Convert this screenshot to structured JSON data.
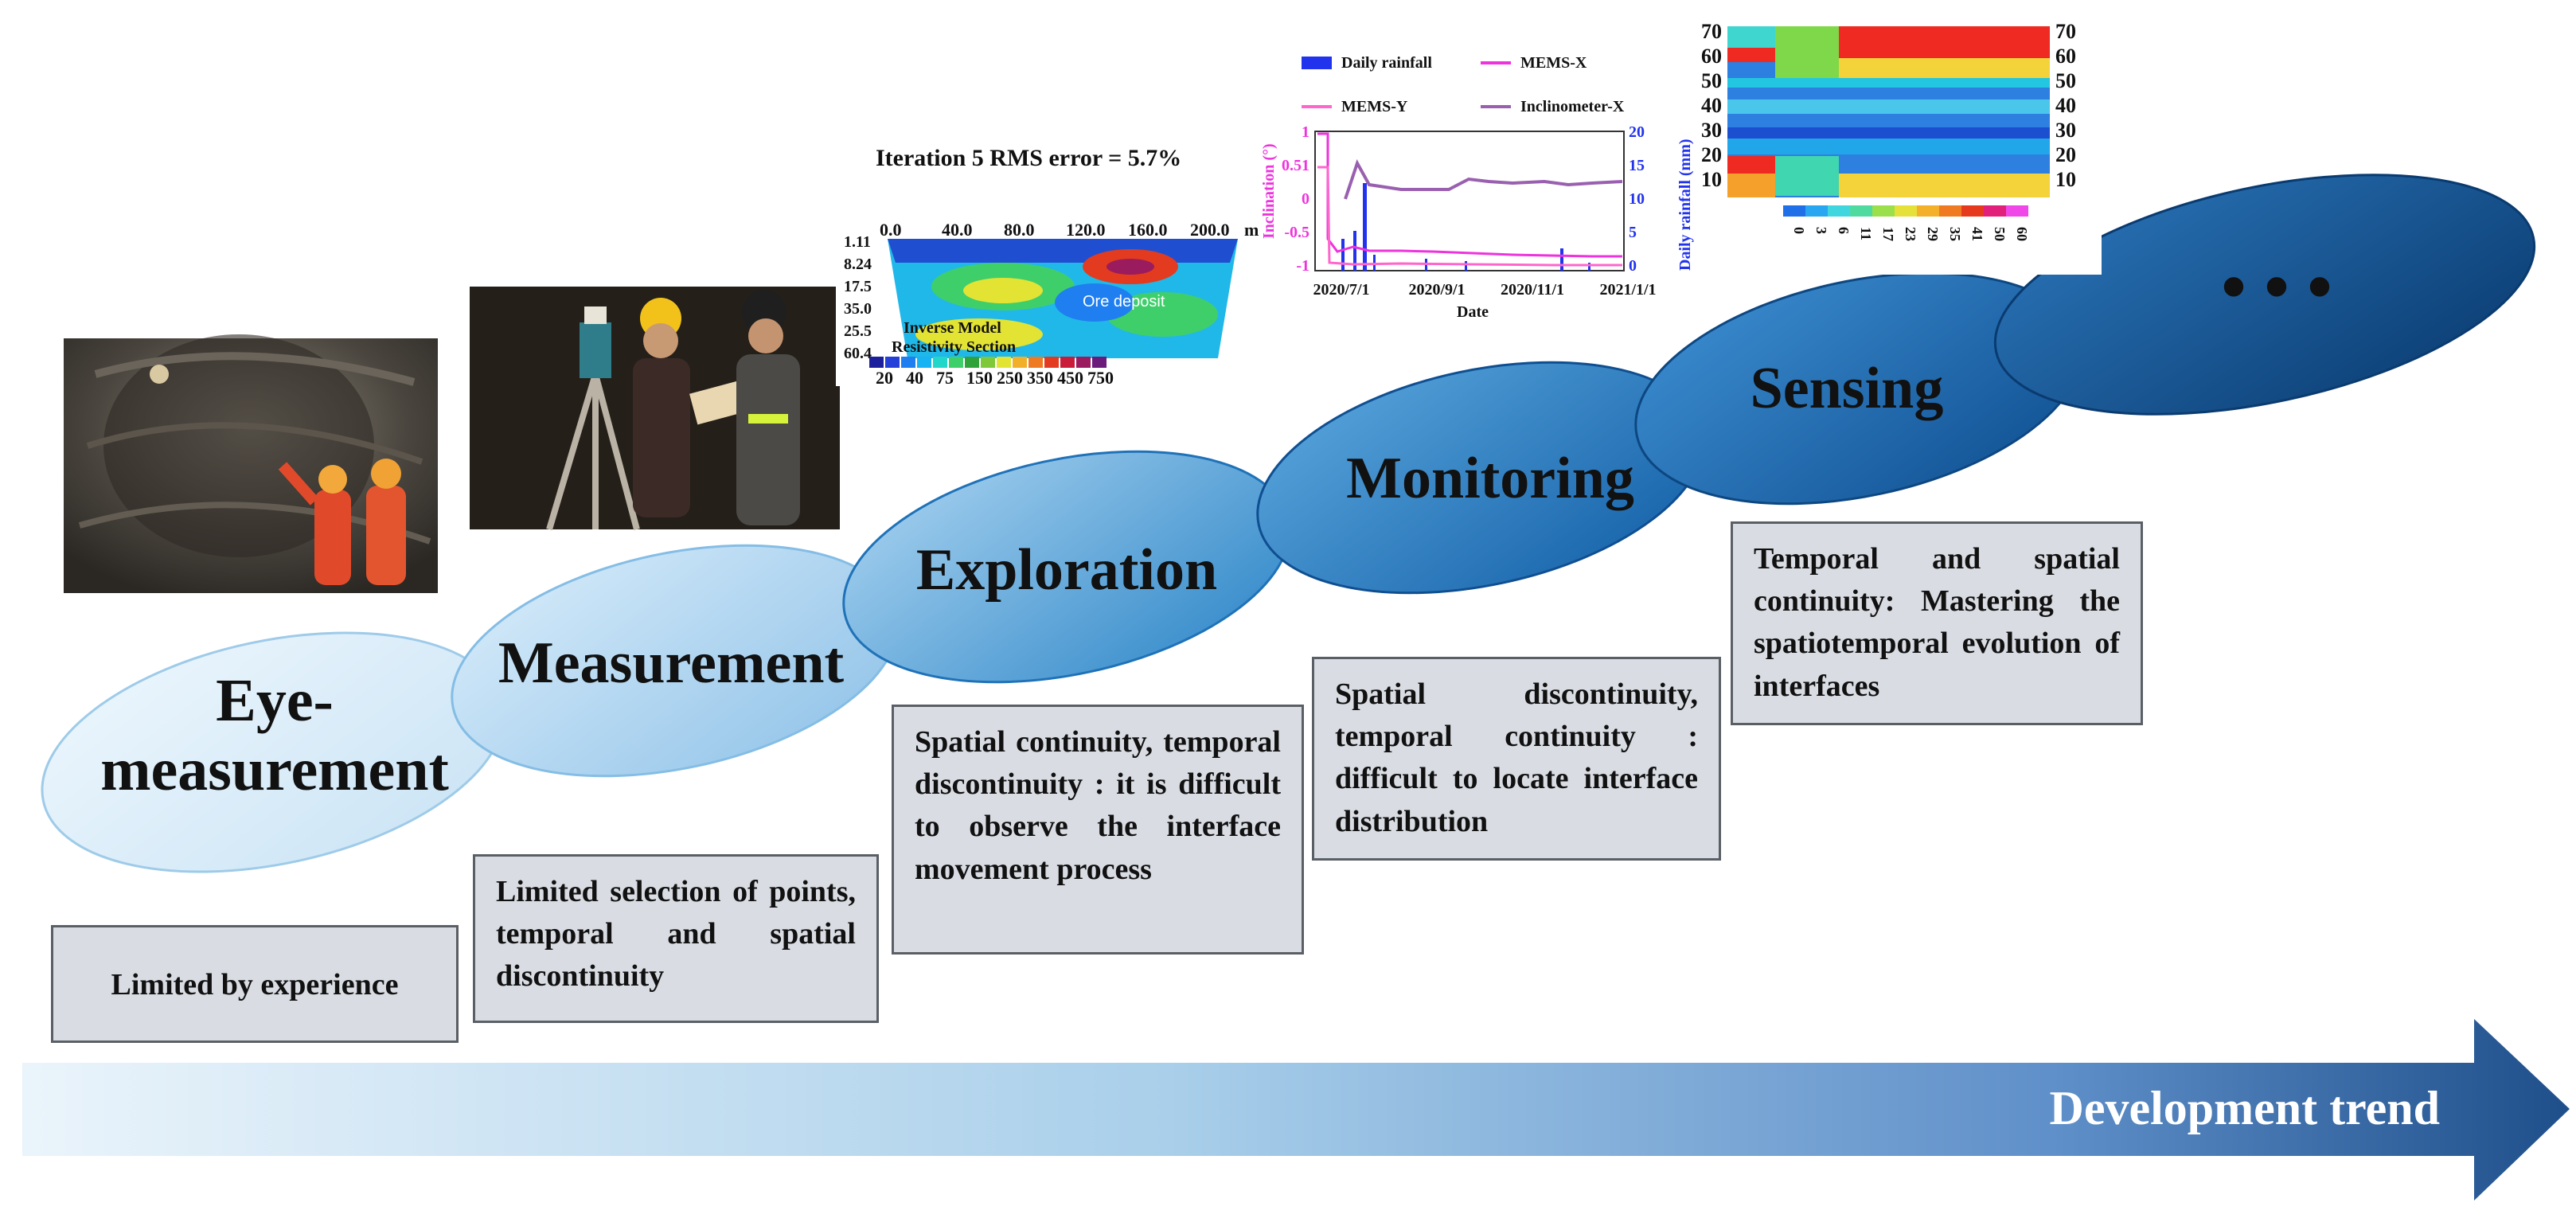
{
  "stages": [
    {
      "label": "Eye-measurement",
      "line1": "Eye-",
      "line2": "measurement",
      "fill": "#d2e8f7"
    },
    {
      "label": "Measurement",
      "fill": "#a9d0ee"
    },
    {
      "label": "Exploration",
      "fill": "#6aaedf"
    },
    {
      "label": "Monitoring",
      "fill": "#2f82c6"
    },
    {
      "label": "Sensing",
      "fill": "#1a62a8"
    },
    {
      "label": "• • •",
      "fill": "#0e4a86"
    }
  ],
  "descriptions": [
    "Limited by experience",
    "Limited selection of points, temporal and spatial discontinuity",
    "Spatial continuity, temporal discontinuity : it is difficult to observe the interface movement process",
    "Spatial discontinuity, temporal continuity : difficult to locate interface distribution",
    "Temporal and spatial continuity: Mastering the spatiotemporal evolution of interfaces"
  ],
  "trend_label": "Development trend",
  "icons": [
    "tunnel-photo",
    "surveying-photo"
  ],
  "inset_resistivity": {
    "title": "Iteration 5 RMS error = 5.7%",
    "x_ticks": [
      "0.0",
      "40.0",
      "80.0",
      "120.0",
      "160.0",
      "200.0"
    ],
    "x_unit": "m",
    "y_ticks": [
      "1.11",
      "8.24",
      "17.5",
      "35.0",
      "25.5",
      "60.4"
    ],
    "annotation": "Ore deposit",
    "model_label_1": "Inverse Model",
    "model_label_2": "Resistivity Section",
    "scale_ticks": [
      "20",
      "40",
      "75",
      "150",
      "250",
      "350",
      "450",
      "750"
    ],
    "scale_colors": [
      "#1b1f9c",
      "#2440d8",
      "#1f7ff0",
      "#17b3f2",
      "#22d6c9",
      "#3fcf6a",
      "#2fa33a",
      "#7fc83a",
      "#e3e334",
      "#f2b02a",
      "#ee7a22",
      "#e23b1f",
      "#c91c3a",
      "#9a1b5e",
      "#6b1b7a"
    ]
  },
  "inset_timeseries": {
    "legend": [
      "Daily rainfall",
      "MEMS-X",
      "MEMS-Y",
      "Inclinometer-X"
    ],
    "legend_colors": [
      "#2233ee",
      "#ee33dd",
      "#ff66cc",
      "#9a60b0"
    ],
    "left_axis_label": "Inclination (°)",
    "right_axis_label": "Daily rainfall (mm)",
    "left_ticks": [
      "1",
      "0.51",
      "0",
      "-0.5",
      "-1"
    ],
    "right_ticks": [
      "20",
      "15",
      "10",
      "5",
      "0"
    ],
    "x_ticks": [
      "2020/7/1",
      "2020/9/1",
      "2020/11/1",
      "2021/1/1"
    ],
    "x_label": "Date"
  },
  "inset_heatmap": {
    "left_ticks": [
      "70",
      "60",
      "50",
      "40",
      "30",
      "20",
      "10"
    ],
    "right_ticks": [
      "70",
      "60",
      "50",
      "40",
      "30",
      "20",
      "10"
    ],
    "colorbar_ticks": [
      "0",
      "3",
      "6",
      "11",
      "17",
      "23",
      "29",
      "35",
      "41",
      "50",
      "60"
    ]
  }
}
